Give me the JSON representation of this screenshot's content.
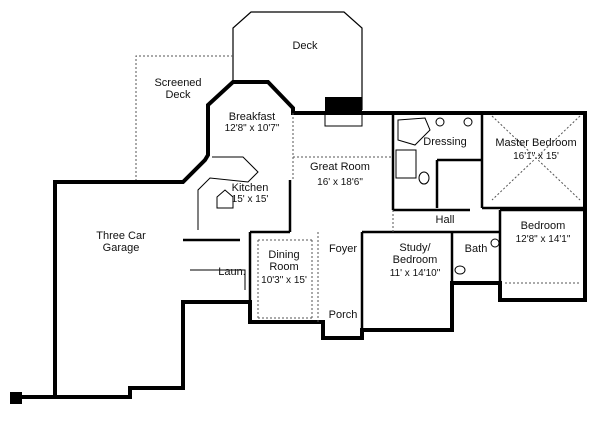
{
  "plan": {
    "wall_color": "#000000",
    "background": "#ffffff",
    "rooms": [
      {
        "id": "deck",
        "name": "Deck",
        "size": ""
      },
      {
        "id": "screened-deck",
        "name": "Screened\nDeck",
        "size": ""
      },
      {
        "id": "breakfast",
        "name": "Breakfast",
        "size": "12'8\" x 10'7\""
      },
      {
        "id": "great-room",
        "name": "Great Room",
        "size": "16' x 18'6\""
      },
      {
        "id": "dressing",
        "name": "Dressing",
        "size": ""
      },
      {
        "id": "master-bedroom",
        "name": "Master Bedroom",
        "size": "16'1\" x 15'"
      },
      {
        "id": "kitchen",
        "name": "Kitchen",
        "size": "15' x 15'"
      },
      {
        "id": "three-car-garage",
        "name": "Three Car\nGarage",
        "size": ""
      },
      {
        "id": "hall",
        "name": "Hall",
        "size": ""
      },
      {
        "id": "bedroom",
        "name": "Bedroom",
        "size": "12'8\" x 14'1\""
      },
      {
        "id": "dining-room",
        "name": "Dining\nRoom",
        "size": "10'3\" x 15'"
      },
      {
        "id": "foyer",
        "name": "Foyer",
        "size": ""
      },
      {
        "id": "study-bedroom",
        "name": "Study/\nBedroom",
        "size": "11' x 14'10\""
      },
      {
        "id": "bath",
        "name": "Bath",
        "size": ""
      },
      {
        "id": "laundry",
        "name": "Laun.",
        "size": ""
      },
      {
        "id": "porch",
        "name": "Porch",
        "size": ""
      }
    ]
  }
}
